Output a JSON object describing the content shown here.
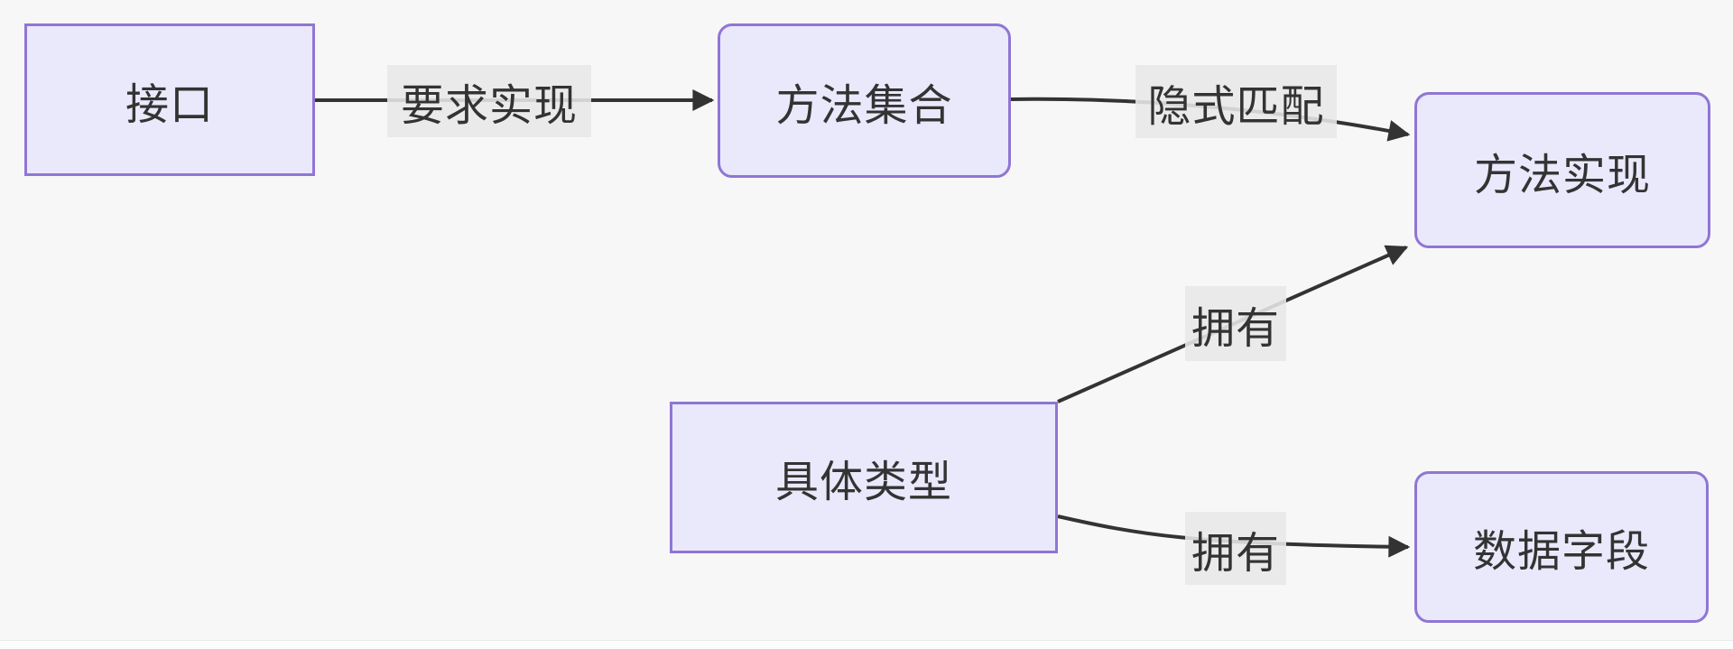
{
  "diagram": {
    "type": "flowchart-LR",
    "colors": {
      "background": "#f7f7f7",
      "node_fill": "#eae8fb",
      "node_border": "#8f76d4",
      "edge_color": "#333333",
      "edge_label_bg": "#e8e8e8",
      "text_color": "#333333"
    },
    "nodes": [
      {
        "id": "interface",
        "label": "接口",
        "shape": "rect"
      },
      {
        "id": "method-set",
        "label": "方法集合",
        "shape": "rounded"
      },
      {
        "id": "method-impl",
        "label": "方法实现",
        "shape": "rounded"
      },
      {
        "id": "concrete-type",
        "label": "具体类型",
        "shape": "rect"
      },
      {
        "id": "data-fields",
        "label": "数据字段",
        "shape": "rounded"
      }
    ],
    "edges": [
      {
        "from": "接口",
        "to": "方法集合",
        "label": "要求实现"
      },
      {
        "from": "方法集合",
        "to": "方法实现",
        "label": "隐式匹配"
      },
      {
        "from": "具体类型",
        "to": "方法实现",
        "label": "拥有"
      },
      {
        "from": "具体类型",
        "to": "数据字段",
        "label": "拥有"
      }
    ]
  }
}
